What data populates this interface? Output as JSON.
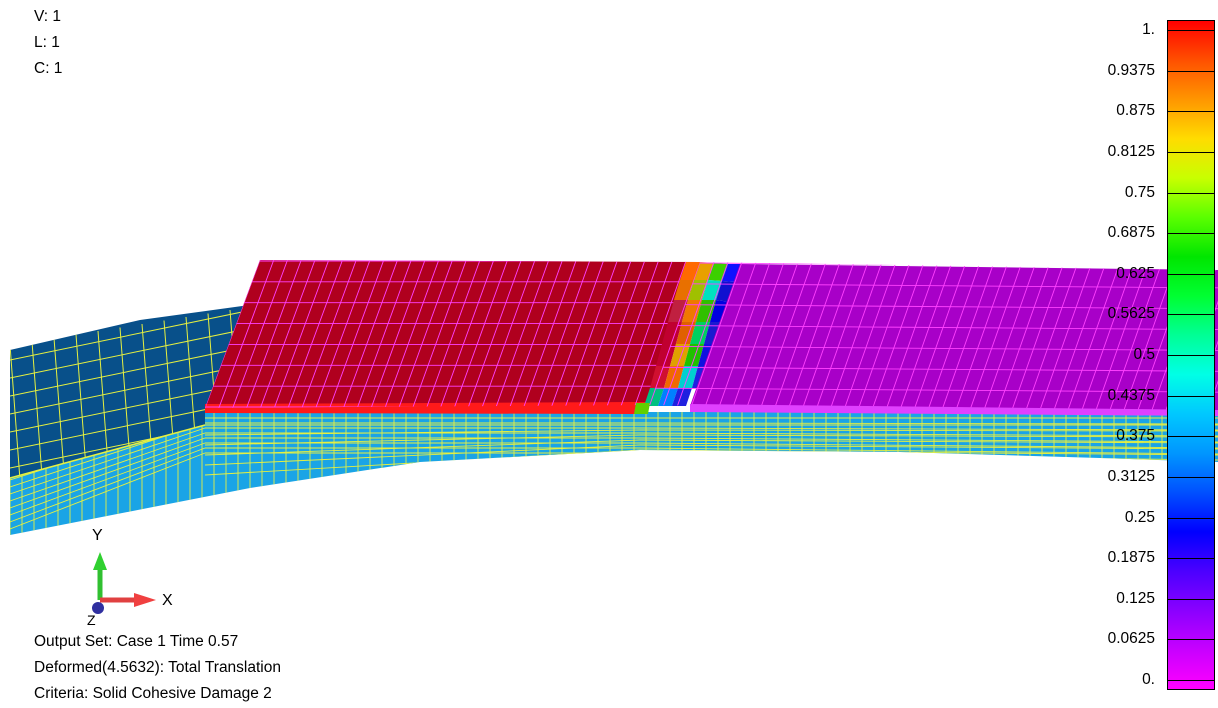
{
  "view_info": {
    "v": "V: 1",
    "l": "L: 1",
    "c": "C: 1"
  },
  "output_info": {
    "output_set": "Output Set: Case 1 Time 0.57",
    "deformed": "Deformed(4.5632): Total Translation",
    "criteria": "Criteria: Solid Cohesive Damage 2"
  },
  "triad": {
    "y_label": "Y",
    "x_label": "X",
    "z_label": "Z"
  },
  "legend": {
    "levels": [
      "1.",
      "0.9375",
      "0.875",
      "0.8125",
      "0.75",
      "0.6875",
      "0.625",
      "0.5625",
      "0.5",
      "0.4375",
      "0.375",
      "0.3125",
      "0.25",
      "0.1875",
      "0.125",
      "0.0625",
      "0."
    ],
    "colors": [
      "#ff00ff",
      "#c800ff",
      "#8a00ff",
      "#4b00ff",
      "#0000ff",
      "#0050ff",
      "#0096ff",
      "#00c8ff",
      "#00ffe6",
      "#00ff96",
      "#00ff32",
      "#00e600",
      "#5aff00",
      "#c8ff00",
      "#ffdc00",
      "#ff9600",
      "#ff5000",
      "#ff0000"
    ]
  },
  "model_colors": {
    "background": "#ffffff",
    "left_plate_top": "#08508a",
    "mesh_yellow": "#e6f040",
    "lower_adherend": "#1aa4e6",
    "damaged_red": "#b0001e",
    "undamaged_magenta": "#a800c8",
    "mesh_magenta": "#ff40ff"
  }
}
